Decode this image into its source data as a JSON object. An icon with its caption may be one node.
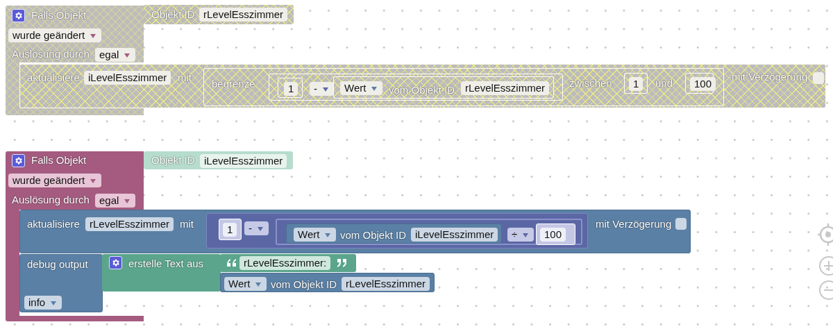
{
  "diagram": {
    "nodes": [
      {
        "text": [
          "Falls Objekt",
          "wurde geändert",
          "Auslösung durch",
          "egal"
        ]
      },
      {
        "text": [
          "Objekt ID",
          "rLevelEsszimmer"
        ]
      },
      {
        "text": [
          "aktualisiere",
          "iLevelEsszimmer",
          "mit",
          "mit Verzögerung"
        ]
      },
      {
        "text": [
          "begrenze",
          "zwischen",
          "und"
        ],
        "in": 2
      },
      {
        "text": [
          "-"
        ],
        "in": 3
      },
      {
        "text": [
          "1"
        ],
        "in": 4
      },
      {
        "text": [
          "Wert",
          "vom Objekt ID",
          "rLevelEsszimmer"
        ],
        "in": 4
      },
      {
        "text": [
          "1"
        ],
        "in": 3
      },
      {
        "text": [
          "100"
        ],
        "in": 3
      },
      {
        "text": [
          "Falls Objekt",
          "wurde geändert",
          "Auslösung durch",
          "egal"
        ]
      },
      {
        "text": [
          "Objekt ID",
          "iLevelEsszimmer"
        ]
      },
      {
        "text": [
          "aktualisiere",
          "rLevelEsszimmer",
          "mit",
          "mit Verzögerung"
        ]
      },
      {
        "text": [
          "-"
        ],
        "in": 11
      },
      {
        "text": [
          "1"
        ],
        "in": 12
      },
      {
        "text": [
          "÷"
        ],
        "in": 12
      },
      {
        "text": [
          "Wert",
          "vom Objekt ID",
          "iLevelEsszimmer"
        ],
        "in": 14
      },
      {
        "text": [
          "100"
        ],
        "in": 14
      },
      {
        "text": [
          "debug output",
          "info"
        ],
        "in": 9
      },
      {
        "text": [
          "erstelle Text aus"
        ]
      },
      {
        "text": [
          "rLevelEsszimmer:"
        ]
      },
      {
        "text": [
          "Wert",
          "vom Objekt ID",
          "rLevelEsszimmer"
        ]
      }
    ]
  }
}
